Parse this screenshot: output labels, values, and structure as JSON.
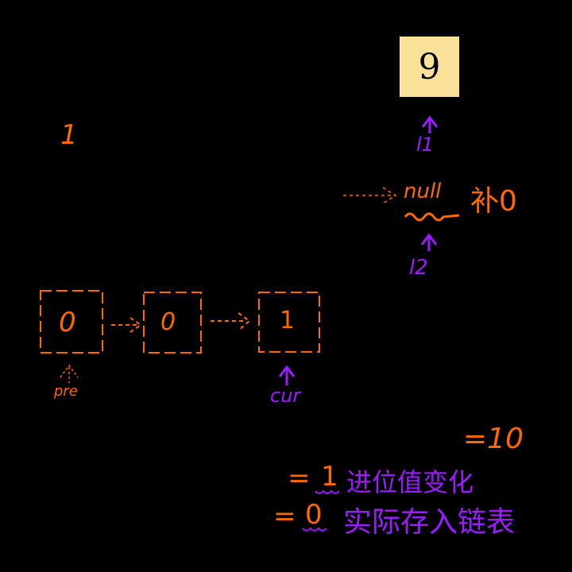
{
  "colors": {
    "background": "#000000",
    "orange": "#ff6a00",
    "purple": "#9b1cff",
    "note": "#f9e19a"
  },
  "top_left_digit": "1",
  "note_box": {
    "text": "9"
  },
  "l1_label": "l1",
  "null_node": {
    "text": "null",
    "annotation": "补0"
  },
  "l2_label": "l2",
  "nodes": [
    {
      "value": "0"
    },
    {
      "value": "0"
    },
    {
      "value": "1"
    }
  ],
  "pre_label": "pre",
  "cur_label": "cur",
  "equations": {
    "sum": "=10",
    "carry_value": "1",
    "carry_prefix": "=",
    "carry_note": "进位值变化",
    "store_value": "0",
    "store_prefix": "=",
    "store_note": "实际存入链表"
  }
}
